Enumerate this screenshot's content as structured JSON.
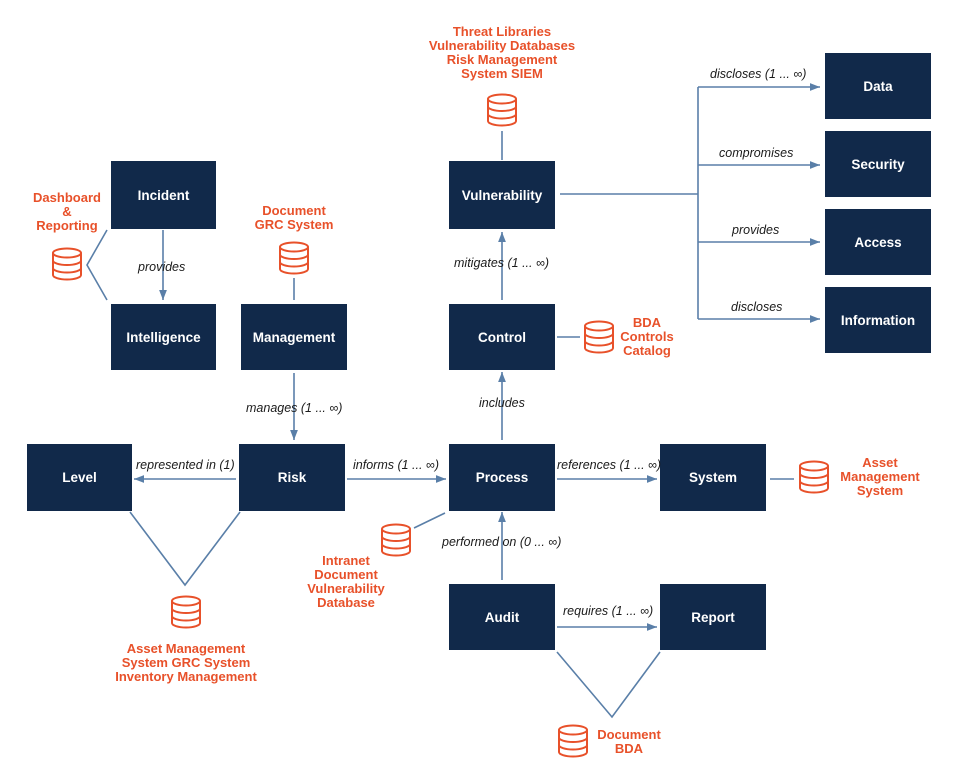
{
  "colors": {
    "node": "#11294a",
    "edge": "#5a7fa8",
    "datastore": "#e8512a",
    "edge_label": "#1b1b1b"
  },
  "nodes": {
    "incident": "Incident",
    "intelligence": "Intelligence",
    "management": "Management",
    "vulnerability": "Vulnerability",
    "control": "Control",
    "level": "Level",
    "risk": "Risk",
    "process": "Process",
    "system": "System",
    "audit": "Audit",
    "report": "Report",
    "data": "Data",
    "security": "Security",
    "access": "Access",
    "information": "Information"
  },
  "edge_labels": {
    "provides_intel": "provides",
    "manages": "manages (1 ... ∞)",
    "mitigates": "mitigates (1 ... ∞)",
    "includes": "includes",
    "represented_in": "represented in (1)",
    "informs": "informs (1 ... ∞)",
    "references": "references (1 ... ∞)",
    "performed_on": "performed on (0 ... ∞)",
    "requires": "requires (1 ... ∞)",
    "discloses_data": "discloses (1 ... ∞)",
    "compromises": "compromises",
    "provides_access": "provides",
    "discloses_info": "discloses"
  },
  "datastores": {
    "threat_libraries": "Threat Libraries\nVulnerability Databases\nRisk Management\nSystem SIEM",
    "dashboard": "Dashboard\n&\nReporting",
    "document_grc": "Document\nGRC System",
    "bda_controls": "BDA\nControls\nCatalog",
    "asset_mgmt_system": "Asset\nManagement\nSystem",
    "intranet": "Intranet\nDocument\nVulnerability\nDatabase",
    "asset_mgmt_grc": "Asset Management\nSystem GRC System\nInventory Management",
    "document_bda": "Document\nBDA"
  }
}
